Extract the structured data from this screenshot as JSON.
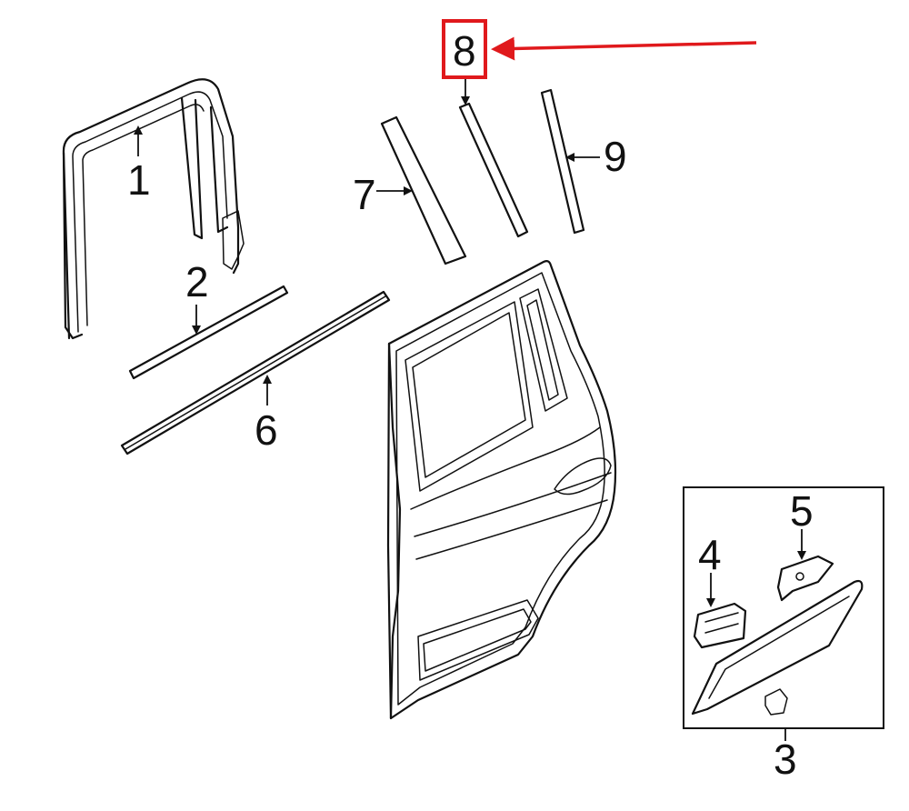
{
  "callouts": {
    "c1": "1",
    "c2": "2",
    "c3": "3",
    "c4": "4",
    "c5": "5",
    "c6": "6",
    "c7": "7",
    "c8": "8",
    "c9": "9"
  },
  "highlight": {
    "callout": "8",
    "color": "#e0191c"
  }
}
